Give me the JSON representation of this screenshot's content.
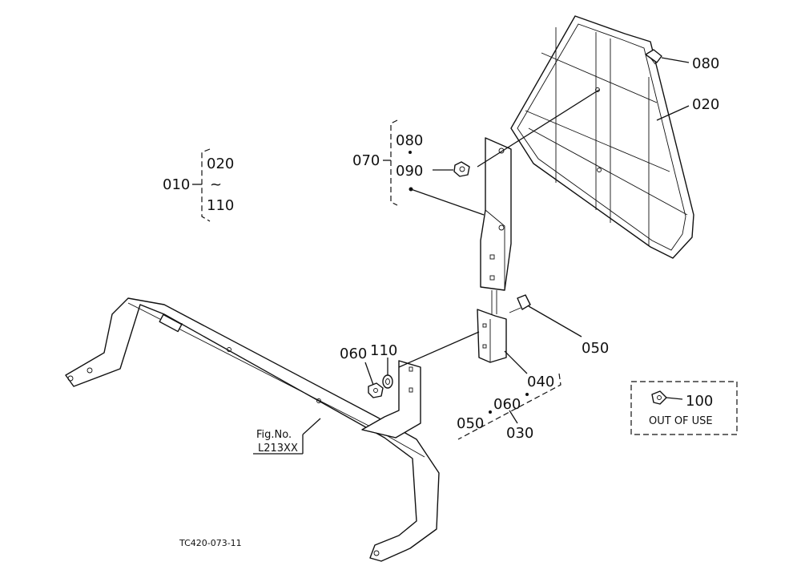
{
  "labels": {
    "p010": "010",
    "p020_range": "020",
    "tilde": "~",
    "p110_range": "110",
    "p070": "070",
    "p080_group": "080",
    "p090": "090",
    "p080": "080",
    "p020": "020",
    "p050": "050",
    "p040": "040",
    "p110": "110",
    "p060": "060",
    "p050_set": "050",
    "p060_set": "060",
    "p030": "030",
    "p100": "100",
    "out_of_use": "OUT OF USE",
    "fig_no": "Fig.No.",
    "fig_ref": "L213XX",
    "drawing_code": "TC420-073-11"
  }
}
